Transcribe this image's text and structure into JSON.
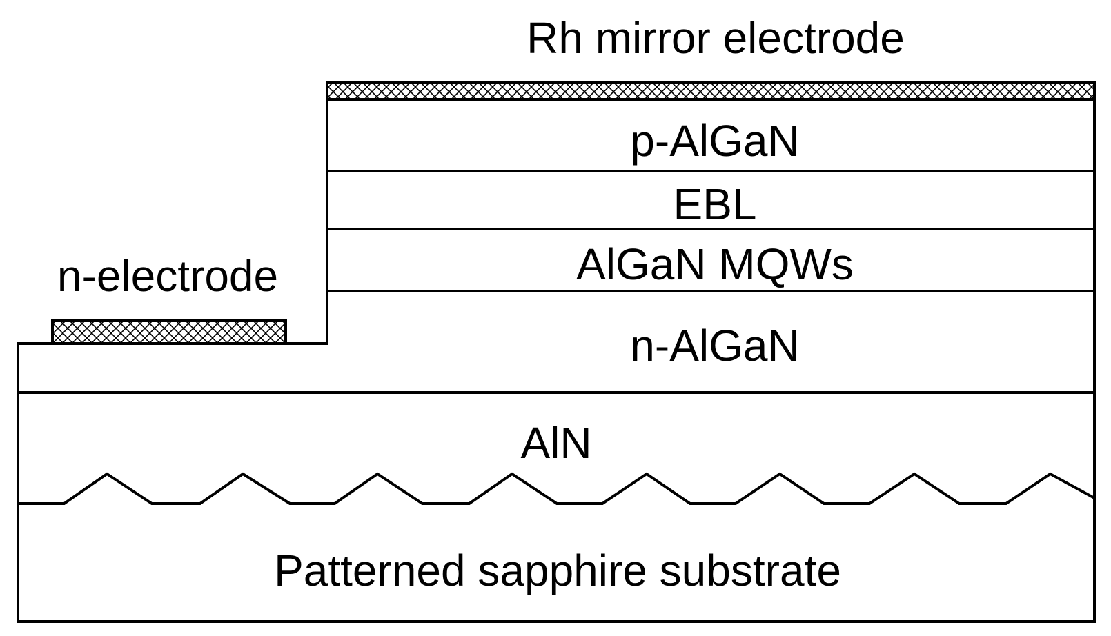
{
  "diagram": {
    "title": "Rh mirror electrode",
    "n_electrode_label": "n-electrode",
    "layers": {
      "p_algan": "p-AlGaN",
      "ebl": "EBL",
      "mqw": "AlGaN MQWs",
      "n_algan": "n-AlGaN",
      "aln": "AlN",
      "substrate": "Patterned sapphire substrate"
    }
  },
  "colors": {
    "line": "#000000",
    "background": "#ffffff",
    "electrode_hatch": "cross-hatch"
  }
}
